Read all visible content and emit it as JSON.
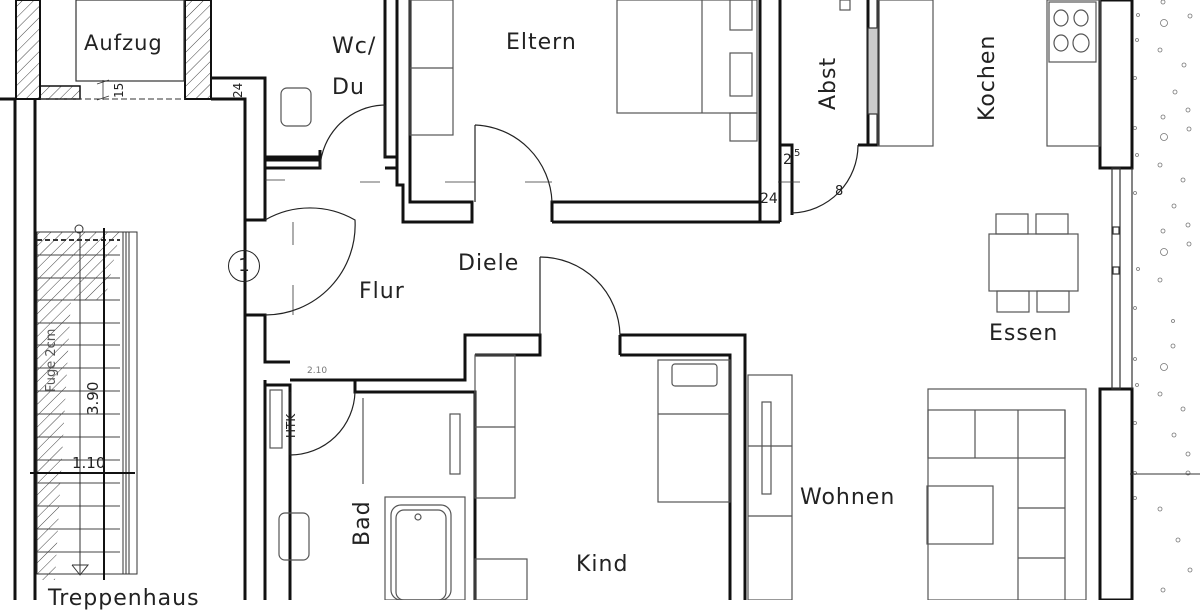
{
  "plan": {
    "rooms": [
      {
        "id": "aufzug",
        "label": "Aufzug"
      },
      {
        "id": "wc",
        "label_line1": "Wc/",
        "label_line2": "Du"
      },
      {
        "id": "eltern",
        "label": "Eltern"
      },
      {
        "id": "abst",
        "label": "Abst"
      },
      {
        "id": "kochen",
        "label": "Kochen"
      },
      {
        "id": "diele",
        "label": "Diele"
      },
      {
        "id": "flur",
        "label": "Flur"
      },
      {
        "id": "essen",
        "label": "Essen"
      },
      {
        "id": "bad",
        "label": "Bad"
      },
      {
        "id": "kind",
        "label": "Kind"
      },
      {
        "id": "wohnen",
        "label": "Wohnen"
      },
      {
        "id": "treppenhaus",
        "label": "Treppenhaus"
      }
    ],
    "dimensions": {
      "stair_length": "3.90",
      "stair_width": "1.10",
      "fuge": "Fuge 2cm",
      "aufzug_gap": "15",
      "wall_wc": "24",
      "wall_eltern": "24",
      "abst_dim": "2",
      "abst_sup": "5",
      "abst_door": "8",
      "bad_door": "2.10",
      "htk": "HTK"
    },
    "entrance_marker": "1",
    "colors": {
      "wall": "#111111",
      "furniture": "#555555",
      "hatch": "#444444",
      "background": "#ffffff"
    }
  }
}
